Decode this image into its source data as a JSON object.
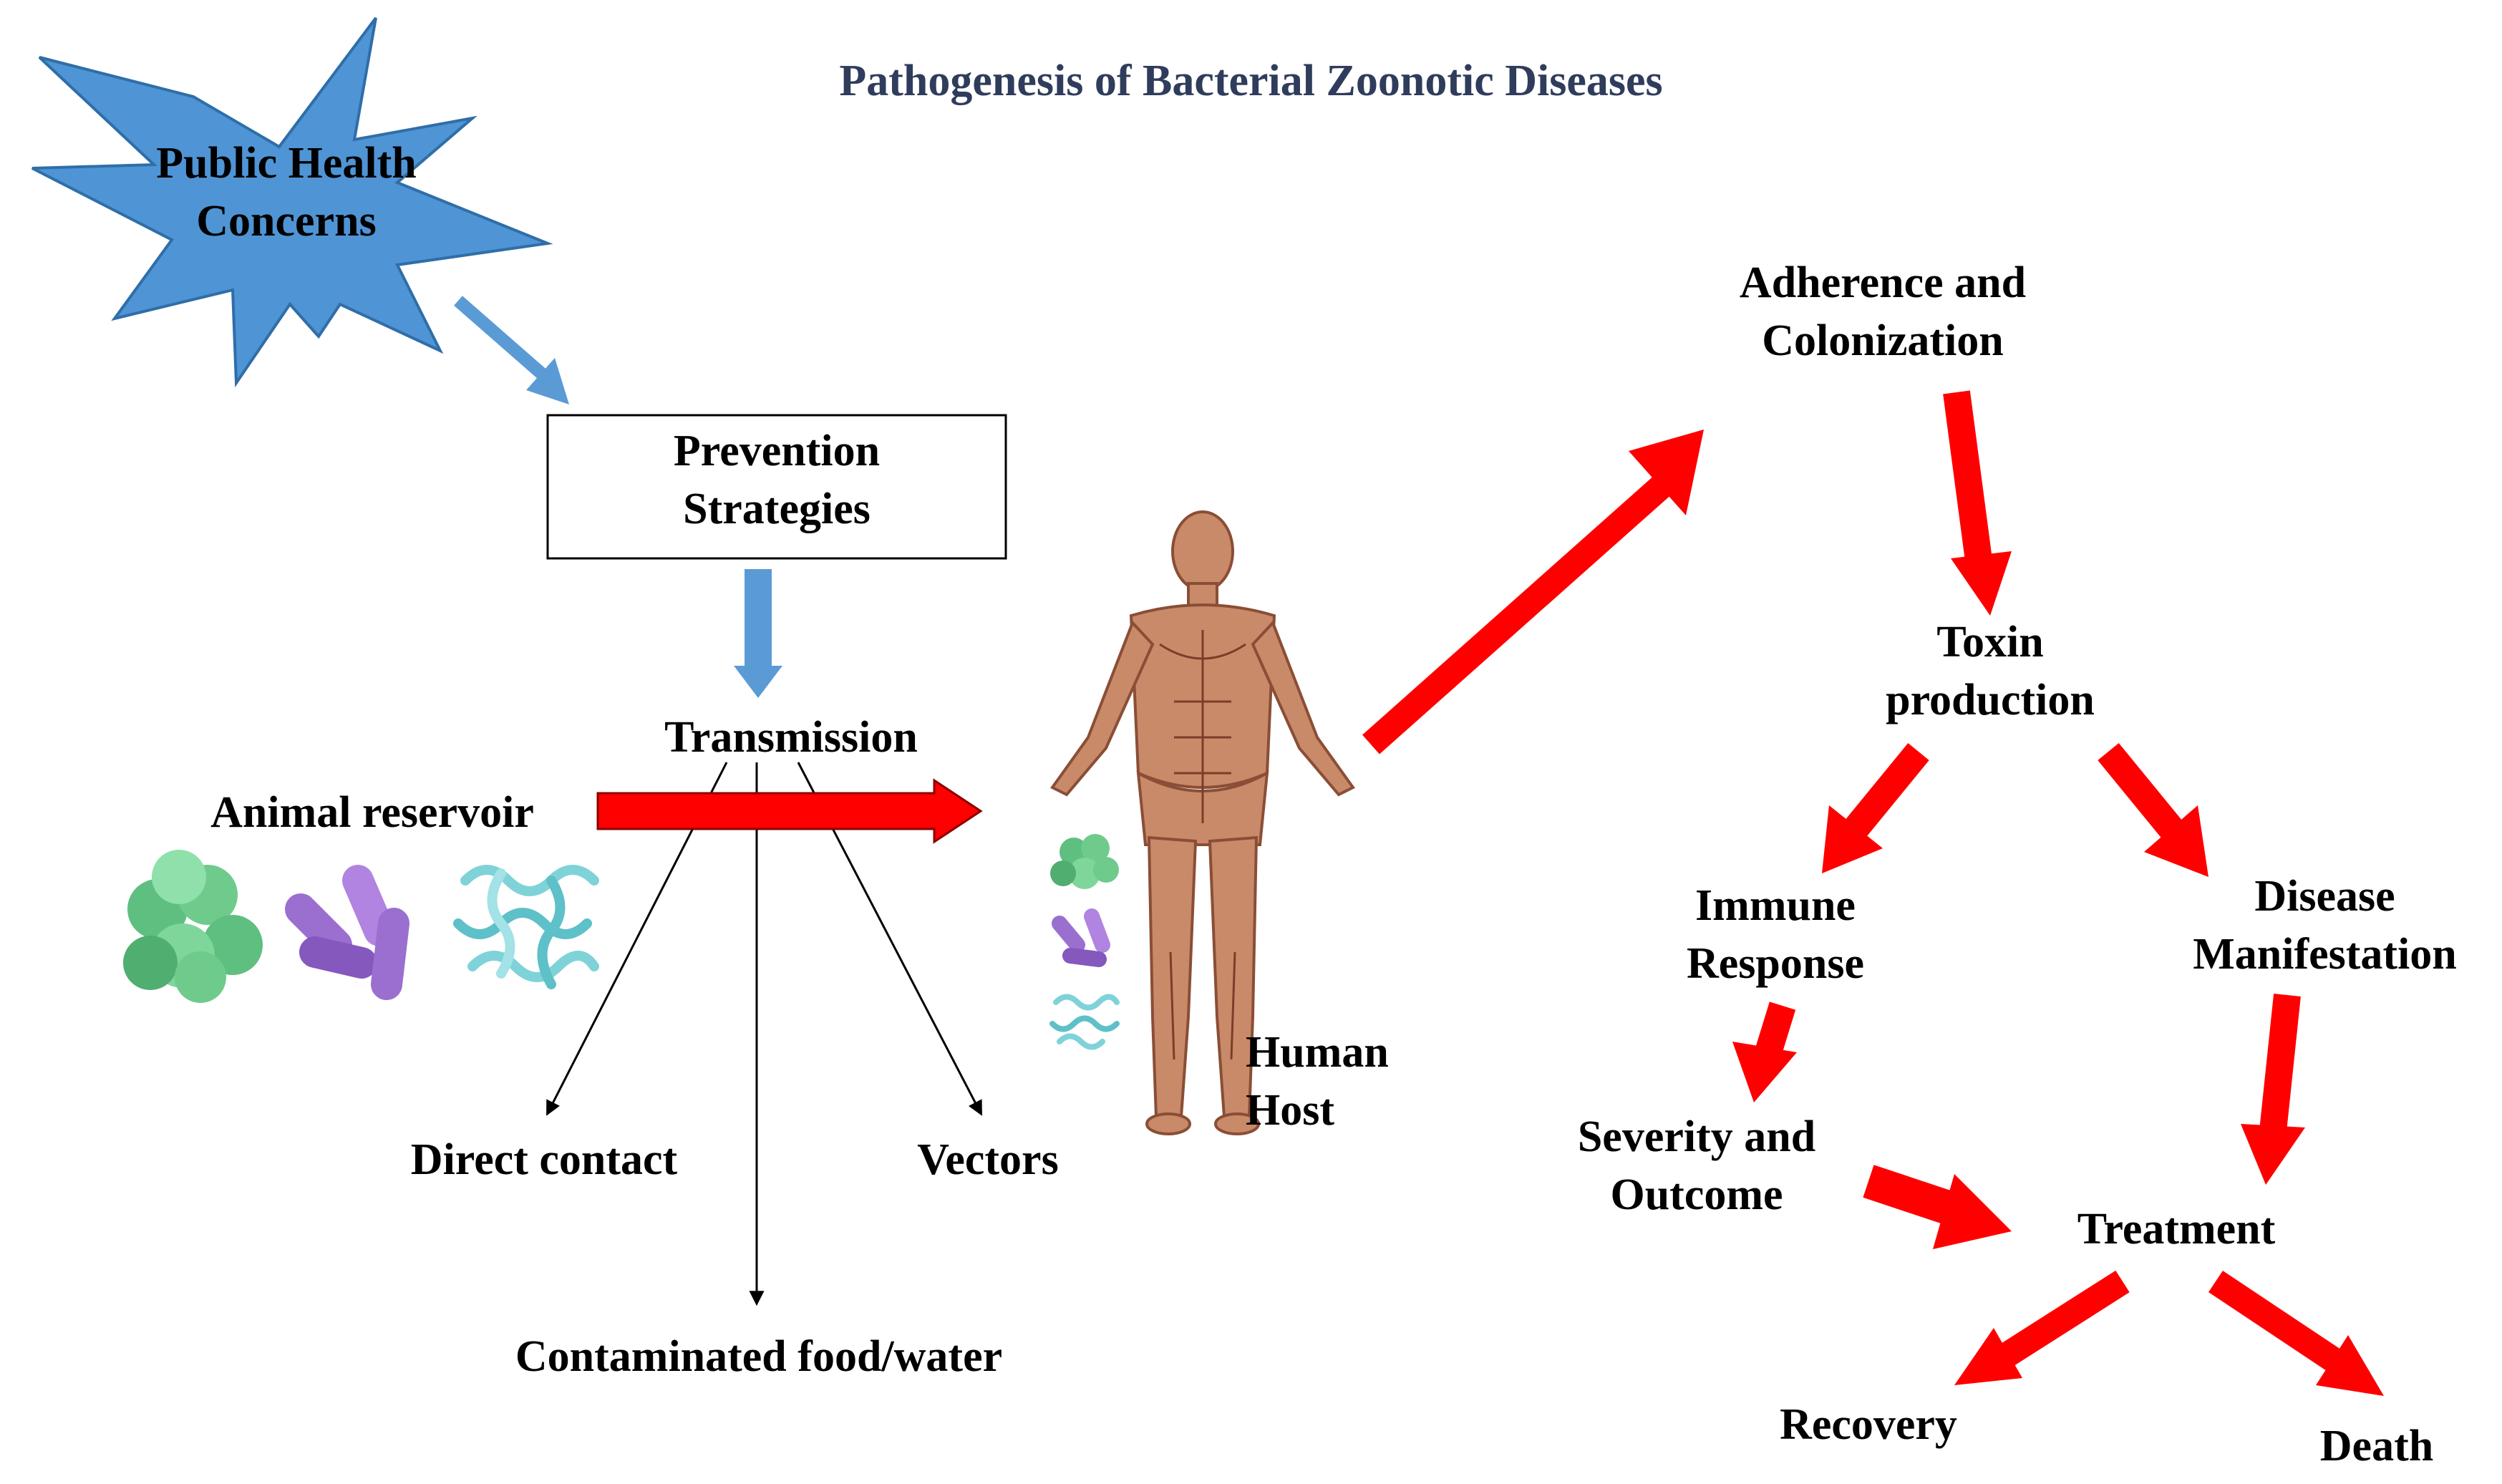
{
  "title": "Pathogenesis of Bacterial Zoonotic Diseases",
  "colors": {
    "title": "#2f3c5c",
    "star_fill": "#4f94d4",
    "star_stroke": "#2f6ea8",
    "blue_arrow": "#5b9bd5",
    "red_arrow": "#ff0000",
    "red_arrow_stroke": "#8c0000",
    "box_stroke": "#000000",
    "bacteria_green": "#6ecb8c",
    "bacteria_purple": "#9a6fd0",
    "bacteria_cyan": "#7fd3d8",
    "skin": "#c98a6a"
  },
  "labels": {
    "public_health_line1": "Public Health",
    "public_health_line2": "Concerns",
    "prevention_line1": "Prevention",
    "prevention_line2": "Strategies",
    "transmission": "Transmission",
    "animal_reservoir": "Animal reservoir",
    "direct_contact": "Direct contact",
    "vectors": "Vectors",
    "contaminated": "Contaminated food/water",
    "human_line1": "Human",
    "human_line2": "Host",
    "adherence_line1": "Adherence and",
    "adherence_line2": "Colonization",
    "toxin_line1": "Toxin",
    "toxin_line2": "production",
    "immune_line1": "Immune",
    "immune_line2": "Response",
    "disease_line1": "Disease",
    "disease_line2": "Manifestation",
    "severity_line1": "Severity and",
    "severity_line2": "Outcome",
    "treatment": "Treatment",
    "recovery": "Recovery",
    "death": "Death"
  },
  "icons": {
    "star": "starburst-shape",
    "cocci": "cocci-bacteria-icon",
    "bacilli": "bacilli-bacteria-icon",
    "spirilla": "spirilla-bacteria-icon",
    "human": "human-anatomy-figure"
  }
}
